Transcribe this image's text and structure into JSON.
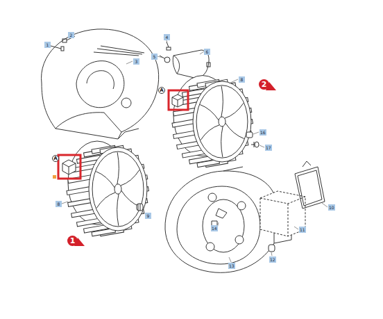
{
  "diagram": {
    "labels": [
      "1",
      "2",
      "3",
      "4",
      "5",
      "6",
      "A",
      "8",
      "2",
      "16",
      "17",
      "A",
      "8",
      "9",
      "1",
      "10",
      "11",
      "12",
      "13",
      "14"
    ]
  }
}
